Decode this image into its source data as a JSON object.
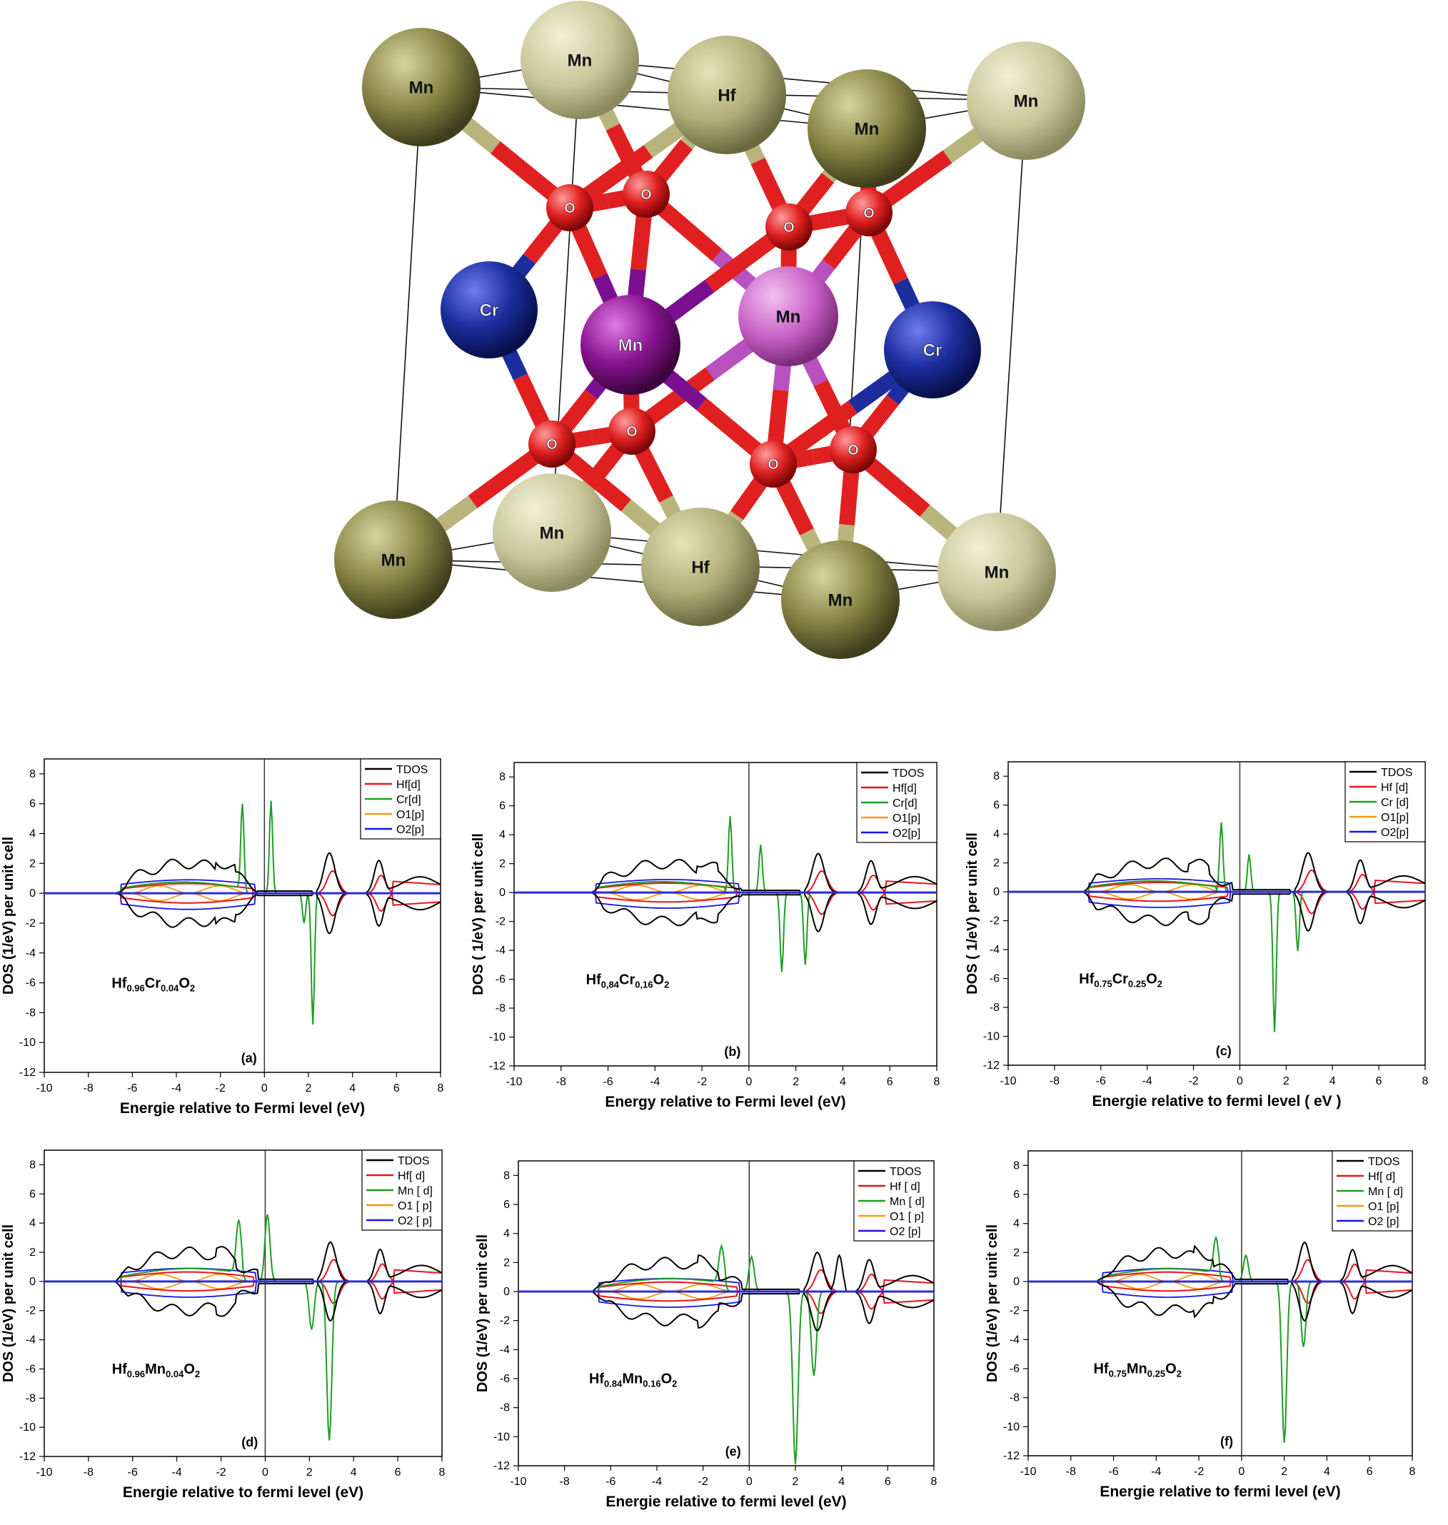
{
  "structure": {
    "atoms": [
      {
        "label": "Mn",
        "type": "Mn-dark"
      },
      {
        "label": "Mn",
        "type": "Mn-light"
      },
      {
        "label": "Hf",
        "type": "Hf"
      },
      {
        "label": "Mn",
        "type": "Mn-dark"
      },
      {
        "label": "Mn",
        "type": "Mn-light"
      },
      {
        "label": "O",
        "type": "O"
      },
      {
        "label": "O",
        "type": "O"
      },
      {
        "label": "O",
        "type": "O"
      },
      {
        "label": "O",
        "type": "O"
      },
      {
        "label": "Cr",
        "type": "Cr"
      },
      {
        "label": "Mn",
        "type": "Mn-purple"
      },
      {
        "label": "Mn",
        "type": "Mn-pink"
      },
      {
        "label": "Cr",
        "type": "Cr"
      },
      {
        "label": "O",
        "type": "O"
      },
      {
        "label": "O",
        "type": "O"
      },
      {
        "label": "O",
        "type": "O"
      },
      {
        "label": "O",
        "type": "O"
      },
      {
        "label": "Mn",
        "type": "Mn-dark"
      },
      {
        "label": "Mn",
        "type": "Mn-light"
      },
      {
        "label": "Hf",
        "type": "Hf"
      },
      {
        "label": "Mn",
        "type": "Mn-dark"
      },
      {
        "label": "Mn",
        "type": "Mn-light"
      }
    ],
    "colors": {
      "Mn-dark": "#8a8646",
      "Mn-light": "#c9c69a",
      "Hf": "#b0ad78",
      "O": "#e02020",
      "Cr": "#1c2d9e",
      "Mn-purple": "#8a1490",
      "Mn-pink": "#c860c6"
    }
  },
  "chart_data": [
    {
      "type": "line",
      "panel_id": "(a)",
      "formula": {
        "base": "Hf",
        "sub1": "0.96",
        "el2": "Cr",
        "sub2": "0.04",
        "el3": "O",
        "sub3": "2"
      },
      "xlabel": "Energie relative to Fermi level (eV)",
      "ylabel": "DOS (1/eV) per unit cell",
      "xlim": [
        -10,
        8
      ],
      "ylim": [
        -12,
        9
      ],
      "xticks": [
        -10,
        -8,
        -6,
        -4,
        -2,
        0,
        2,
        4,
        6,
        8
      ],
      "yticks": [
        -12,
        -10,
        -8,
        -6,
        -4,
        -2,
        0,
        2,
        4,
        6,
        8
      ],
      "legend": [
        "TDOS",
        "Hf[d]",
        "Cr[d]",
        "O1[p]",
        "O2[p]"
      ],
      "legend_position": "top-right",
      "tm_peaks": [
        [
          -1.0,
          6.0
        ],
        [
          0.3,
          6.2
        ],
        [
          1.8,
          -2.0
        ],
        [
          2.2,
          -8.8
        ]
      ]
    },
    {
      "type": "line",
      "panel_id": "(b)",
      "formula": {
        "base": "Hf",
        "sub1": "0,84",
        "el2": "Cr",
        "sub2": "0,16",
        "el3": "O",
        "sub3": "2"
      },
      "xlabel": "Energy relative to Fermi level (eV)",
      "ylabel": "DOS ( 1/eV) per unit cell",
      "xlim": [
        -10,
        8
      ],
      "ylim": [
        -12,
        9
      ],
      "xticks": [
        -10,
        -8,
        -6,
        -4,
        -2,
        0,
        2,
        4,
        6,
        8
      ],
      "yticks": [
        -12,
        -10,
        -8,
        -6,
        -4,
        -2,
        0,
        2,
        4,
        6,
        8
      ],
      "legend": [
        "TDOS",
        "Hf[d]",
        "Cr[d]",
        "O1[p]",
        "O2[p]"
      ],
      "legend_position": "top-right",
      "tm_peaks": [
        [
          -0.8,
          5.3
        ],
        [
          0.5,
          3.3
        ],
        [
          1.4,
          -5.5
        ],
        [
          2.4,
          -5.0
        ]
      ]
    },
    {
      "type": "line",
      "panel_id": "(c)",
      "formula": {
        "base": "Hf",
        "sub1": "0.75",
        "el2": "Cr",
        "sub2": "0.25",
        "el3": "O",
        "sub3": "2"
      },
      "xlabel": "Energie relative to fermi level ( eV )",
      "ylabel": "DOS ( 1/eV) per unit cell",
      "xlim": [
        -10,
        8
      ],
      "ylim": [
        -12,
        9
      ],
      "xticks": [
        -10,
        -8,
        -6,
        -4,
        -2,
        0,
        2,
        4,
        6,
        8
      ],
      "yticks": [
        -12,
        -10,
        -8,
        -6,
        -4,
        -2,
        0,
        2,
        4,
        6,
        8
      ],
      "legend": [
        "TDOS",
        "Hf [d]",
        "Cr [d]",
        "O1[p]",
        "O2[p]"
      ],
      "legend_position": "top-right",
      "tm_peaks": [
        [
          -0.8,
          4.8
        ],
        [
          0.4,
          2.6
        ],
        [
          1.5,
          -9.7
        ],
        [
          2.5,
          -4.1
        ]
      ]
    },
    {
      "type": "line",
      "panel_id": "(d)",
      "formula": {
        "base": "Hf",
        "sub1": "0.96",
        "el2": "Mn",
        "sub2": "0.04",
        "el3": "O",
        "sub3": "2"
      },
      "xlabel": "Energie relative to fermi level (eV)",
      "ylabel": "DOS (1/eV) per unit cell",
      "xlim": [
        -10,
        8
      ],
      "ylim": [
        -12,
        9
      ],
      "xticks": [
        -10,
        -8,
        -6,
        -4,
        -2,
        0,
        2,
        4,
        6,
        8
      ],
      "yticks": [
        -12,
        -10,
        -8,
        -6,
        -4,
        -2,
        0,
        2,
        4,
        6,
        8
      ],
      "legend": [
        "TDOS",
        "Hf[ d]",
        "Mn [ d]",
        "O1 [ p]",
        "O2 [ p]"
      ],
      "legend_position": "top-right",
      "tm_peaks": [
        [
          -1.2,
          3.6
        ],
        [
          0.1,
          4.6
        ],
        [
          2.1,
          -3.3
        ],
        [
          2.9,
          -10.9
        ]
      ]
    },
    {
      "type": "line",
      "panel_id": "(e)",
      "formula": {
        "base": "Hf",
        "sub1": "0.84",
        "el2": "Mn",
        "sub2": "0.16",
        "el3": "O",
        "sub3": "2"
      },
      "xlabel": "Energie relative to fermi level (eV)",
      "ylabel": "DOS (1/eV) per unit cell",
      "xlim": [
        -10,
        8
      ],
      "ylim": [
        -12,
        9
      ],
      "xticks": [
        -10,
        -8,
        -6,
        -4,
        -2,
        0,
        2,
        4,
        6,
        8
      ],
      "yticks": [
        -12,
        -10,
        -8,
        -6,
        -4,
        -2,
        0,
        2,
        4,
        6,
        8
      ],
      "legend": [
        "TDOS",
        "Hf [ d]",
        "Mn [ d]",
        "O1 [ p]",
        "O2 [p]"
      ],
      "legend_position": "top-right",
      "tm_peaks": [
        [
          -1.2,
          2.5
        ],
        [
          0.1,
          2.4
        ],
        [
          2.0,
          -11.9
        ],
        [
          2.8,
          -5.8
        ]
      ]
    },
    {
      "type": "line",
      "panel_id": "(f)",
      "formula": {
        "base": "Hf",
        "sub1": "0.75",
        "el2": "Mn",
        "sub2": "0.25",
        "el3": "O",
        "sub3": "2"
      },
      "xlabel": "Energie relative to fermi level (eV)",
      "ylabel": "DOS (1/eV) per unit cell",
      "xlim": [
        -10,
        8
      ],
      "ylim": [
        -12,
        9
      ],
      "xticks": [
        -10,
        -8,
        -6,
        -4,
        -2,
        0,
        2,
        4,
        6,
        8
      ],
      "yticks": [
        -12,
        -10,
        -8,
        -6,
        -4,
        -2,
        0,
        2,
        4,
        6,
        8
      ],
      "legend": [
        "TDOS",
        "Hf[ d]",
        "Mn [ d]",
        "O1 [p]",
        "O2 [p]"
      ],
      "legend_position": "top-right",
      "tm_peaks": [
        [
          -1.2,
          2.4
        ],
        [
          0.2,
          1.8
        ],
        [
          2.0,
          -11.1
        ],
        [
          2.9,
          -4.5
        ]
      ]
    }
  ],
  "series_colors": {
    "TDOS": "#000000",
    "Hf": "#e8141c",
    "TM": "#1f9e24",
    "O1": "#f59a0c",
    "O2": "#1414e6",
    "zero": "#2b2bd9"
  }
}
